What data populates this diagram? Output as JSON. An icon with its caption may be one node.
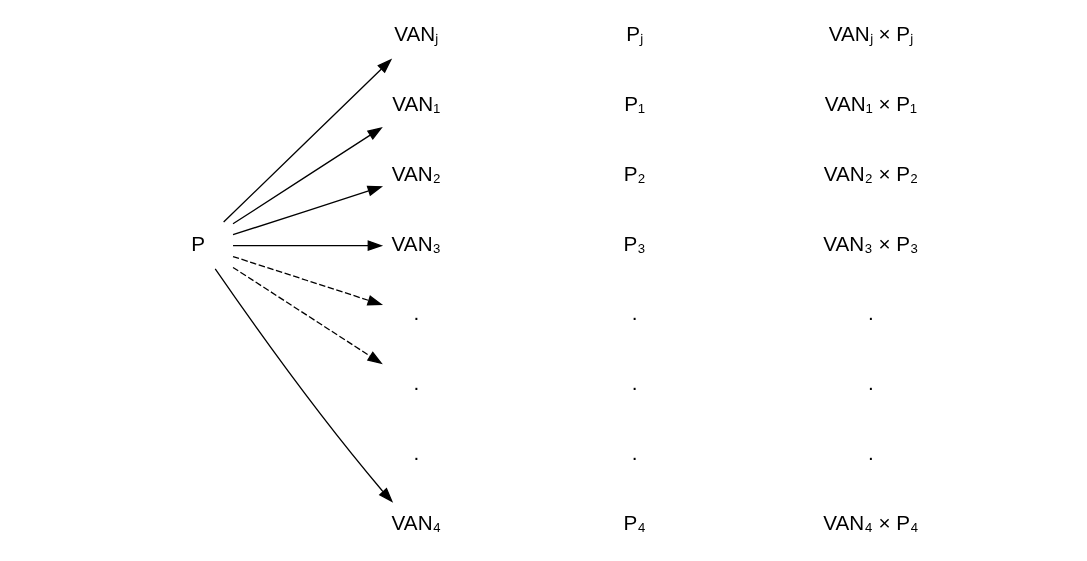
{
  "diagram": {
    "nodes": [
      {
        "text": [
          "P"
        ]
      },
      {
        "text": [
          "VANⱼ"
        ]
      },
      {
        "text": [
          "VAN₁"
        ]
      },
      {
        "text": [
          "VAN₂"
        ]
      },
      {
        "text": [
          "VAN₃"
        ]
      },
      {
        "text": [
          "."
        ]
      },
      {
        "text": [
          "."
        ]
      },
      {
        "text": [
          "."
        ]
      },
      {
        "text": [
          "VAN₄"
        ]
      }
    ],
    "edges": [
      {
        "from": 0,
        "to": 1,
        "arrow": "to"
      },
      {
        "from": 0,
        "to": 2,
        "arrow": "to"
      },
      {
        "from": 0,
        "to": 3,
        "arrow": "to"
      },
      {
        "from": 0,
        "to": 4,
        "arrow": "to"
      },
      {
        "from": 0,
        "to": 5,
        "arrow": "to",
        "style": "dashed"
      },
      {
        "from": 0,
        "to": 6,
        "arrow": "to",
        "style": "dashed"
      },
      {
        "from": 0,
        "to": 8,
        "arrow": "to"
      }
    ],
    "labels": [
      "Pⱼ",
      "VANⱼ × Pⱼ",
      "P₁",
      "VAN₁ × P₁",
      "P₂",
      "VAN₂ × P₂",
      "P₃",
      "VAN₃ × P₃",
      ".",
      ".",
      ".",
      ".",
      ".",
      ".",
      "P₄",
      "VAN₄ × P₄"
    ]
  }
}
